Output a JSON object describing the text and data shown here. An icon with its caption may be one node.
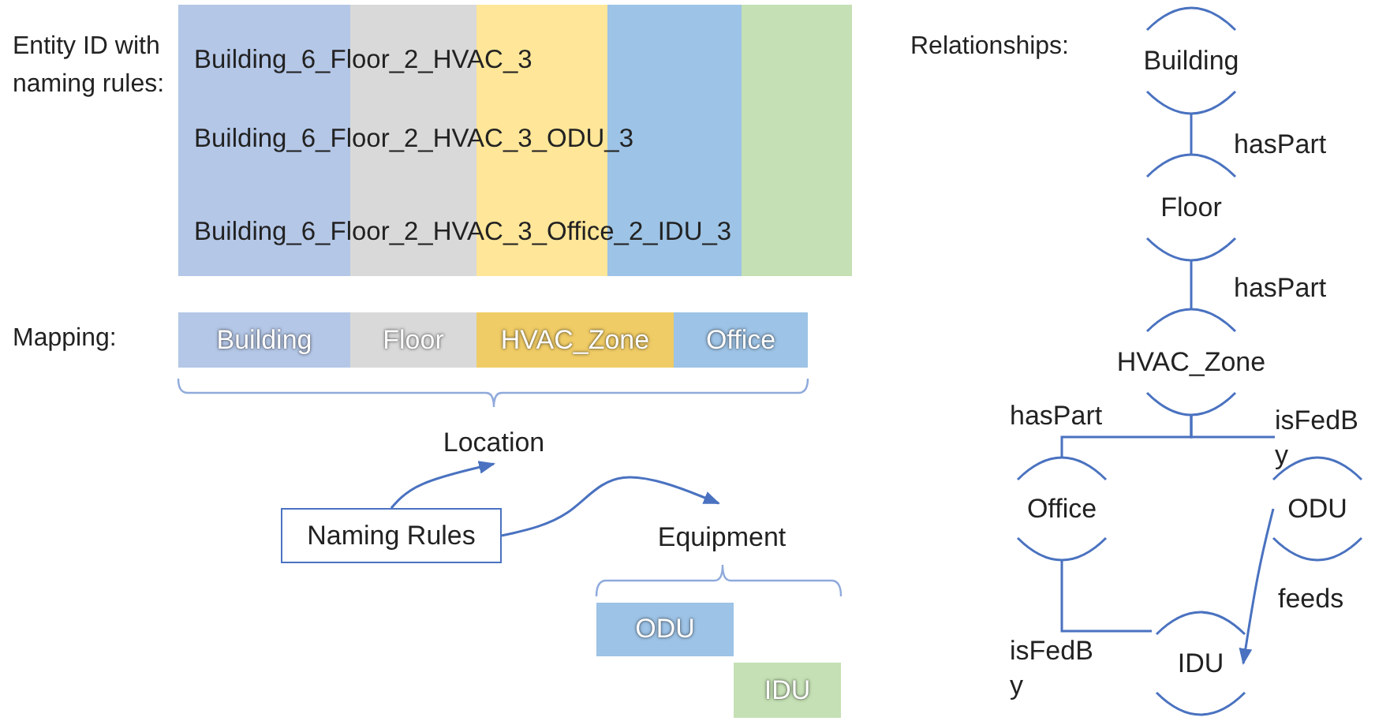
{
  "diagram": {
    "nodes": [
      {
        "text": [
          "Building"
        ]
      },
      {
        "text": [
          "Floor"
        ]
      },
      {
        "text": [
          "HVAC_Zone"
        ]
      },
      {
        "text": [
          "Office"
        ]
      },
      {
        "text": [
          "Location"
        ]
      },
      {
        "text": [
          "Naming Rules"
        ]
      },
      {
        "text": [
          "Equipment"
        ]
      },
      {
        "text": [
          "ODU"
        ]
      },
      {
        "text": [
          "IDU"
        ]
      },
      {
        "text": [
          "Building"
        ]
      },
      {
        "text": [
          "Floor"
        ]
      },
      {
        "text": [
          "HVAC_Zone"
        ]
      },
      {
        "text": [
          "Office"
        ]
      },
      {
        "text": [
          "ODU"
        ]
      },
      {
        "text": [
          "IDU"
        ]
      }
    ],
    "edges": [
      {
        "from": 9,
        "to": 10,
        "arrow": "none",
        "label": "hasPart"
      },
      {
        "from": 10,
        "to": 11,
        "arrow": "none",
        "label": "hasPart"
      },
      {
        "from": 11,
        "to": 12,
        "arrow": "none",
        "label": "hasPart"
      },
      {
        "from": 11,
        "to": 13,
        "arrow": "none",
        "label": "isFedBy"
      },
      {
        "from": 12,
        "to": 14,
        "arrow": "none",
        "label": "isFedBy"
      },
      {
        "from": 13,
        "to": 14,
        "arrow": "to",
        "label": "feeds"
      },
      {
        "from": 5,
        "to": 4,
        "arrow": "to"
      },
      {
        "from": 5,
        "to": 6,
        "arrow": "to"
      }
    ],
    "labels": [
      "Entity ID with naming rules:",
      "Building_6_Floor_2_HVAC_3",
      "Building_6_Floor_2_HVAC_3_ODU_3",
      "Building_6_Floor_2_HVAC_3_Office_2_IDU_3",
      "Mapping:",
      "Relationships:"
    ]
  }
}
